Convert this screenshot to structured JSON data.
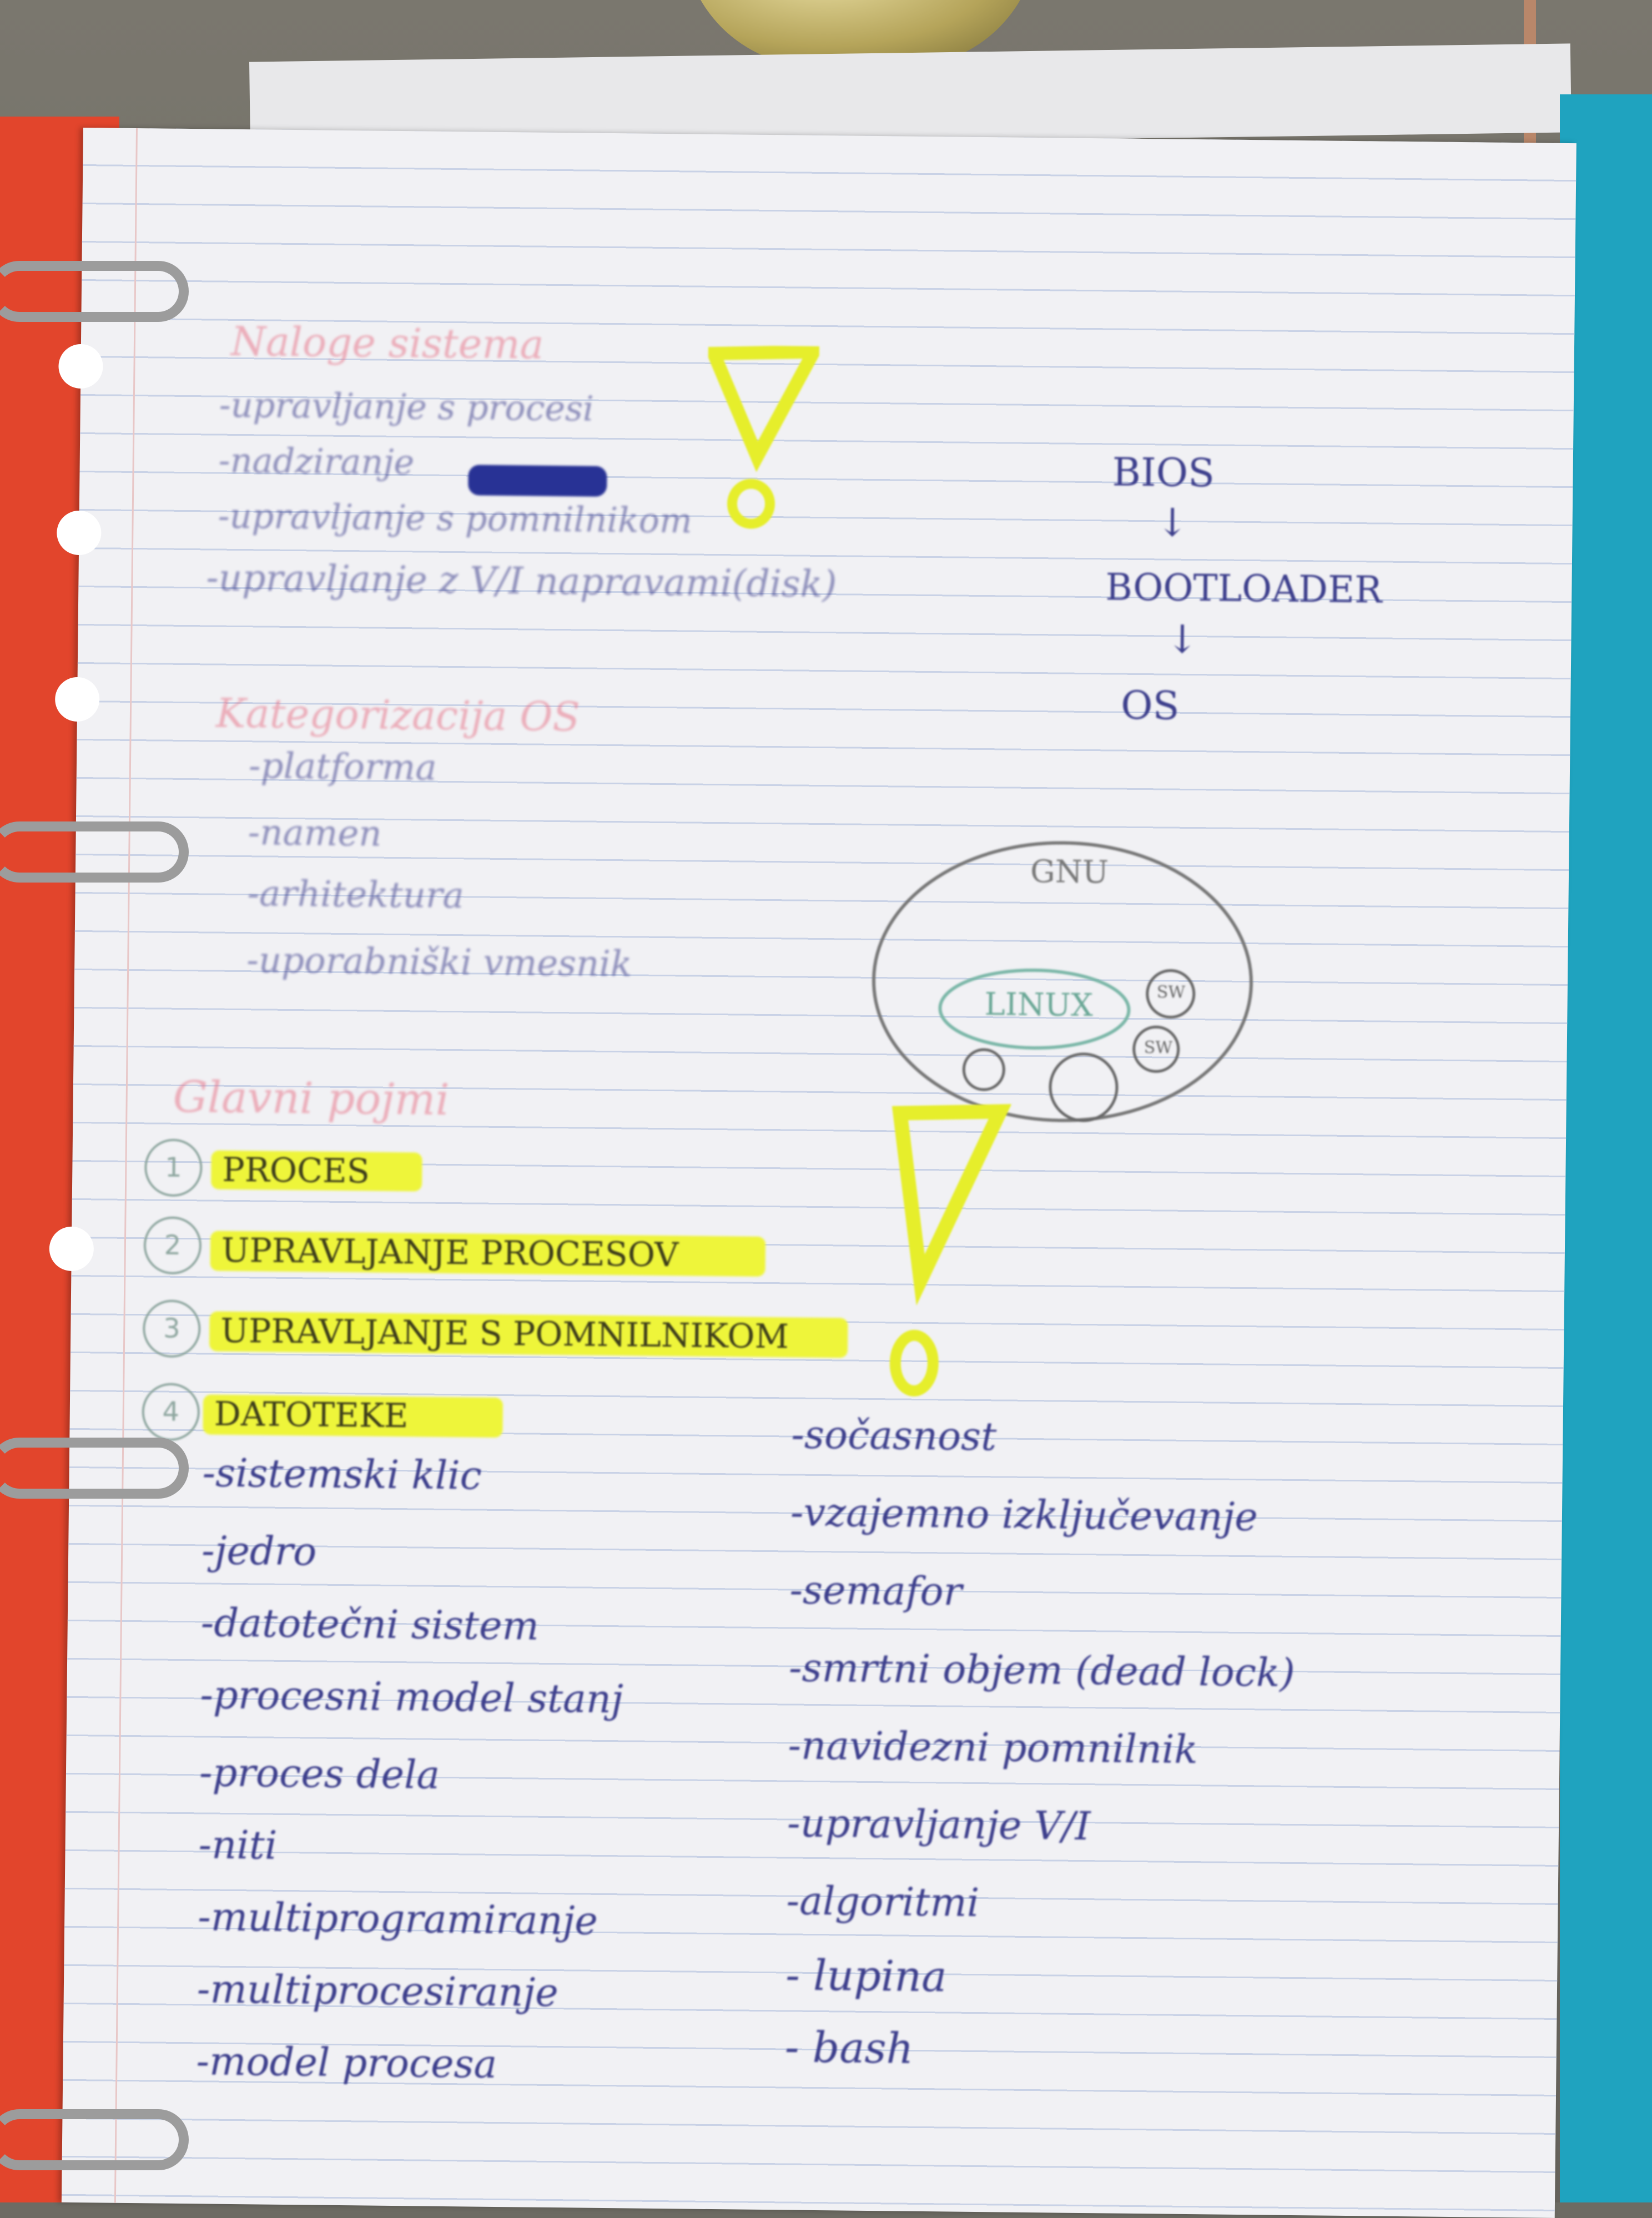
{
  "notes": {
    "left_block1": {
      "heading": "Naloge sistema",
      "items": [
        "-upravljanje s procesi",
        "-nadziranje",
        "-upravljanje s pomnilnikom",
        "-upravljanje z V/I napravami(disk)"
      ]
    },
    "left_block2": {
      "heading": "Kategorizacija OS",
      "items": [
        "-platforma",
        "-namen",
        "-arhitektura",
        "-uporabniški vmesnik"
      ]
    },
    "boot_flow": {
      "step1": "BIOS",
      "arrow": "↓",
      "step2": "BOOTLOADER",
      "step3": "OS"
    },
    "diagram": {
      "outer": "GNU",
      "inner": "LINUX",
      "small": [
        "SW",
        "SW",
        "",
        ""
      ]
    },
    "glavni": {
      "heading": "Glavni pojmi",
      "numbered": [
        {
          "n": "1",
          "text": "PROCES"
        },
        {
          "n": "2",
          "text": "UPRAVLJANJE PROCESOV"
        },
        {
          "n": "3",
          "text": "UPRAVLJANJE S POMNILNIKOM"
        },
        {
          "n": "4",
          "text": "DATOTEKE"
        }
      ]
    },
    "list_left": [
      "-sistemski klic",
      "-jedro",
      "-datotečni sistem",
      "-procesni model stanj",
      "-proces dela",
      "-niti",
      "-multiprogramiranje",
      "-multiprocesiranje",
      "-model procesa"
    ],
    "list_right": [
      "-sočasnost",
      "-vzajemno izključevanje",
      "-semafor",
      "-smrtni objem (dead lock)",
      "-navidezni pomnilnik",
      "-upravljanje V/I",
      "-algoritmi",
      "- lupina",
      "- bash"
    ]
  },
  "colors": {
    "red_ink": "#e7768a",
    "blue_ink": "#3c3e8c",
    "highlighter": "#eef53a",
    "binder_red": "#e2452c",
    "binder_blue": "#1fa3bf"
  }
}
